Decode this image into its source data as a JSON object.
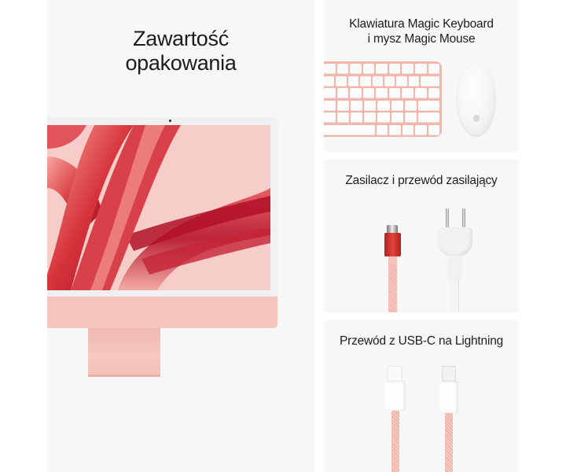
{
  "main": {
    "title_line1": "Zawartość",
    "title_line2": "opakowania",
    "product": "iMac",
    "accent_color": "#f6c4bd"
  },
  "items": [
    {
      "title_line1": "Klawiatura Magic Keyboard",
      "title_line2": "i mysz Magic Mouse"
    },
    {
      "title_line1": "Zasilacz i przewód zasilający"
    },
    {
      "title_line1": "Przewód z USB-C na Lightning"
    }
  ],
  "colors": {
    "panel_bg": "#f7f7f7",
    "page_bg": "#ffffff",
    "text": "#1d1d1f",
    "pink": "#f6c4bd",
    "red_connector": "#d33a33"
  }
}
